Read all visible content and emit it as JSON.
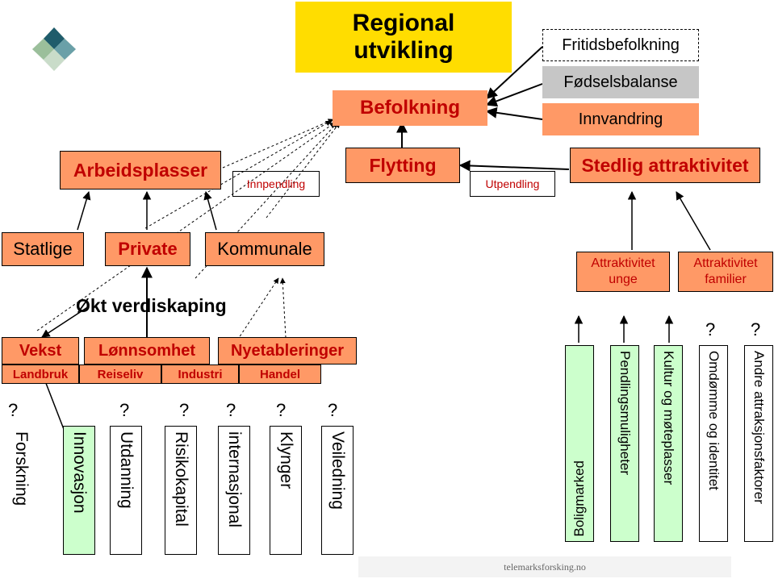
{
  "title": "Regional\nutvikling",
  "top_right": {
    "befolkning": "Befolkning",
    "fritid": "Fritidsbefolkning",
    "fodsel": "Fødselsbalanse",
    "innvandring": "Innvandring"
  },
  "row2": {
    "arbeidsplasser": "Arbeidsplasser",
    "innpendling": "Innpendling",
    "flytting": "Flytting",
    "utpendling": "Utpendling",
    "stedlig": "Stedlig attraktivitet"
  },
  "row3": {
    "statlige": "Statlige",
    "private": "Private",
    "kommunale": "Kommunale",
    "attr_unge": "Attraktivitet unge",
    "attr_familier": "Attraktivitet familier"
  },
  "mid": {
    "okt": "Økt verdiskaping",
    "vekst": "Vekst",
    "lonnsomhet": "Lønnsomhet",
    "nyetableringer": "Nyetableringer",
    "landbruk": "Landbruk",
    "reiseliv": "Reiseliv",
    "industri": "Industri",
    "handel": "Handel"
  },
  "qmarks": [
    "?",
    "?",
    "?",
    "?",
    "?",
    "?",
    "?",
    "?"
  ],
  "left_columns": [
    "Forskning",
    "Innovasjon",
    "Utdanning",
    "Risikokapital",
    "internasjonal",
    "Klynger",
    "Veiledning"
  ],
  "right_columns": [
    "Boligmarked",
    "Pendlingsmuligheter",
    "Kultur og møteplasser",
    "Omdømme og identitet",
    "Andre attraksjonsfaktorer"
  ],
  "footer": "telemarksforsking.no",
  "colors": {
    "green": "#ccffcc",
    "orange": "#ff9966",
    "yellow": "#ffdd00",
    "red": "#c00000",
    "grey": "#c6c6c6"
  }
}
